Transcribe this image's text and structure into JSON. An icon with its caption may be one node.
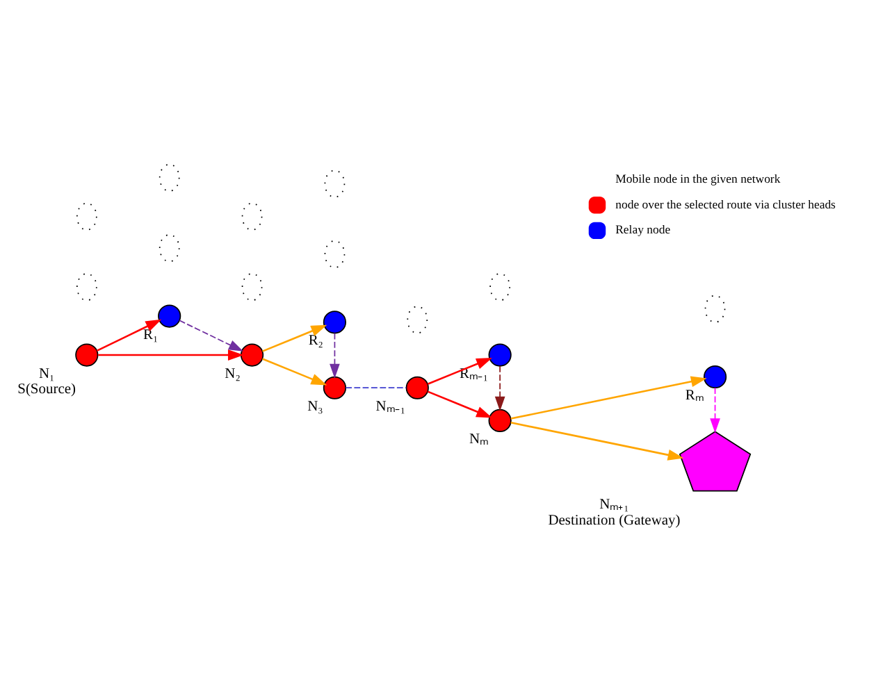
{
  "diagram": {
    "nodes": [
      {
        "text": [],
        "shape": "circle",
        "beside": [
          "N₁",
          "S(Source)"
        ]
      },
      {
        "text": [],
        "shape": "circle",
        "beside": [
          "R₁"
        ]
      },
      {
        "text": [],
        "shape": "circle",
        "beside": [
          "N₂"
        ]
      },
      {
        "text": [],
        "shape": "circle",
        "beside": [
          "R₂"
        ]
      },
      {
        "text": [],
        "shape": "circle",
        "beside": [
          "N₃"
        ]
      },
      {
        "text": [],
        "shape": "circle",
        "beside": [
          "Nₘ₋₁"
        ]
      },
      {
        "text": [],
        "shape": "circle",
        "beside": [
          "Rₘ₋₁"
        ]
      },
      {
        "text": [],
        "shape": "circle",
        "beside": [
          "Nₘ"
        ]
      },
      {
        "text": [],
        "shape": "circle",
        "beside": [
          "Rₘ"
        ]
      },
      {
        "text": [],
        "shape": "pentagon",
        "beside": [
          "Nₘ₊₁",
          "Destination (Gateway)"
        ]
      },
      {
        "text": [],
        "shape": "circle"
      },
      {
        "text": [],
        "shape": "circle"
      },
      {
        "text": [],
        "shape": "circle"
      },
      {
        "text": [],
        "shape": "circle"
      },
      {
        "text": [],
        "shape": "circle"
      },
      {
        "text": [],
        "shape": "circle"
      },
      {
        "text": [],
        "shape": "circle"
      },
      {
        "text": [],
        "shape": "circle"
      },
      {
        "text": [],
        "shape": "circle"
      },
      {
        "text": [],
        "shape": "circle"
      },
      {
        "text": [],
        "shape": "circle"
      }
    ],
    "edges": [
      {
        "from": 0,
        "to": 1,
        "arrow": "to",
        "color": "#ff0000"
      },
      {
        "from": 0,
        "to": 2,
        "arrow": "to",
        "color": "#ff0000"
      },
      {
        "from": 1,
        "to": 2,
        "arrow": "to",
        "style": "dashed",
        "color": "#7030a0"
      },
      {
        "from": 2,
        "to": 4,
        "arrow": "to",
        "color": "#ffa500"
      },
      {
        "from": 2,
        "to": 3,
        "arrow": "to",
        "color": "#ffa500"
      },
      {
        "from": 3,
        "to": 4,
        "arrow": "to",
        "style": "dashed",
        "color": "#7030a0"
      },
      {
        "from": 4,
        "to": 5,
        "arrow": "none",
        "style": "dashed",
        "color": "#3f3fcf"
      },
      {
        "from": 5,
        "to": 6,
        "arrow": "to",
        "color": "#ff0000"
      },
      {
        "from": 5,
        "to": 7,
        "arrow": "to",
        "color": "#ff0000"
      },
      {
        "from": 6,
        "to": 7,
        "arrow": "to",
        "style": "dashed",
        "color": "#8b1a1a"
      },
      {
        "from": 7,
        "to": 8,
        "arrow": "to",
        "color": "#ffa500"
      },
      {
        "from": 7,
        "to": 9,
        "arrow": "to",
        "color": "#ffa500"
      },
      {
        "from": 8,
        "to": 9,
        "arrow": "to",
        "style": "dashed",
        "color": "#ff00ff"
      }
    ],
    "legend": [
      {
        "text": "Mobile node in the given network"
      },
      {
        "text": "node over the selected route via cluster heads"
      },
      {
        "text": "Relay node"
      }
    ]
  }
}
